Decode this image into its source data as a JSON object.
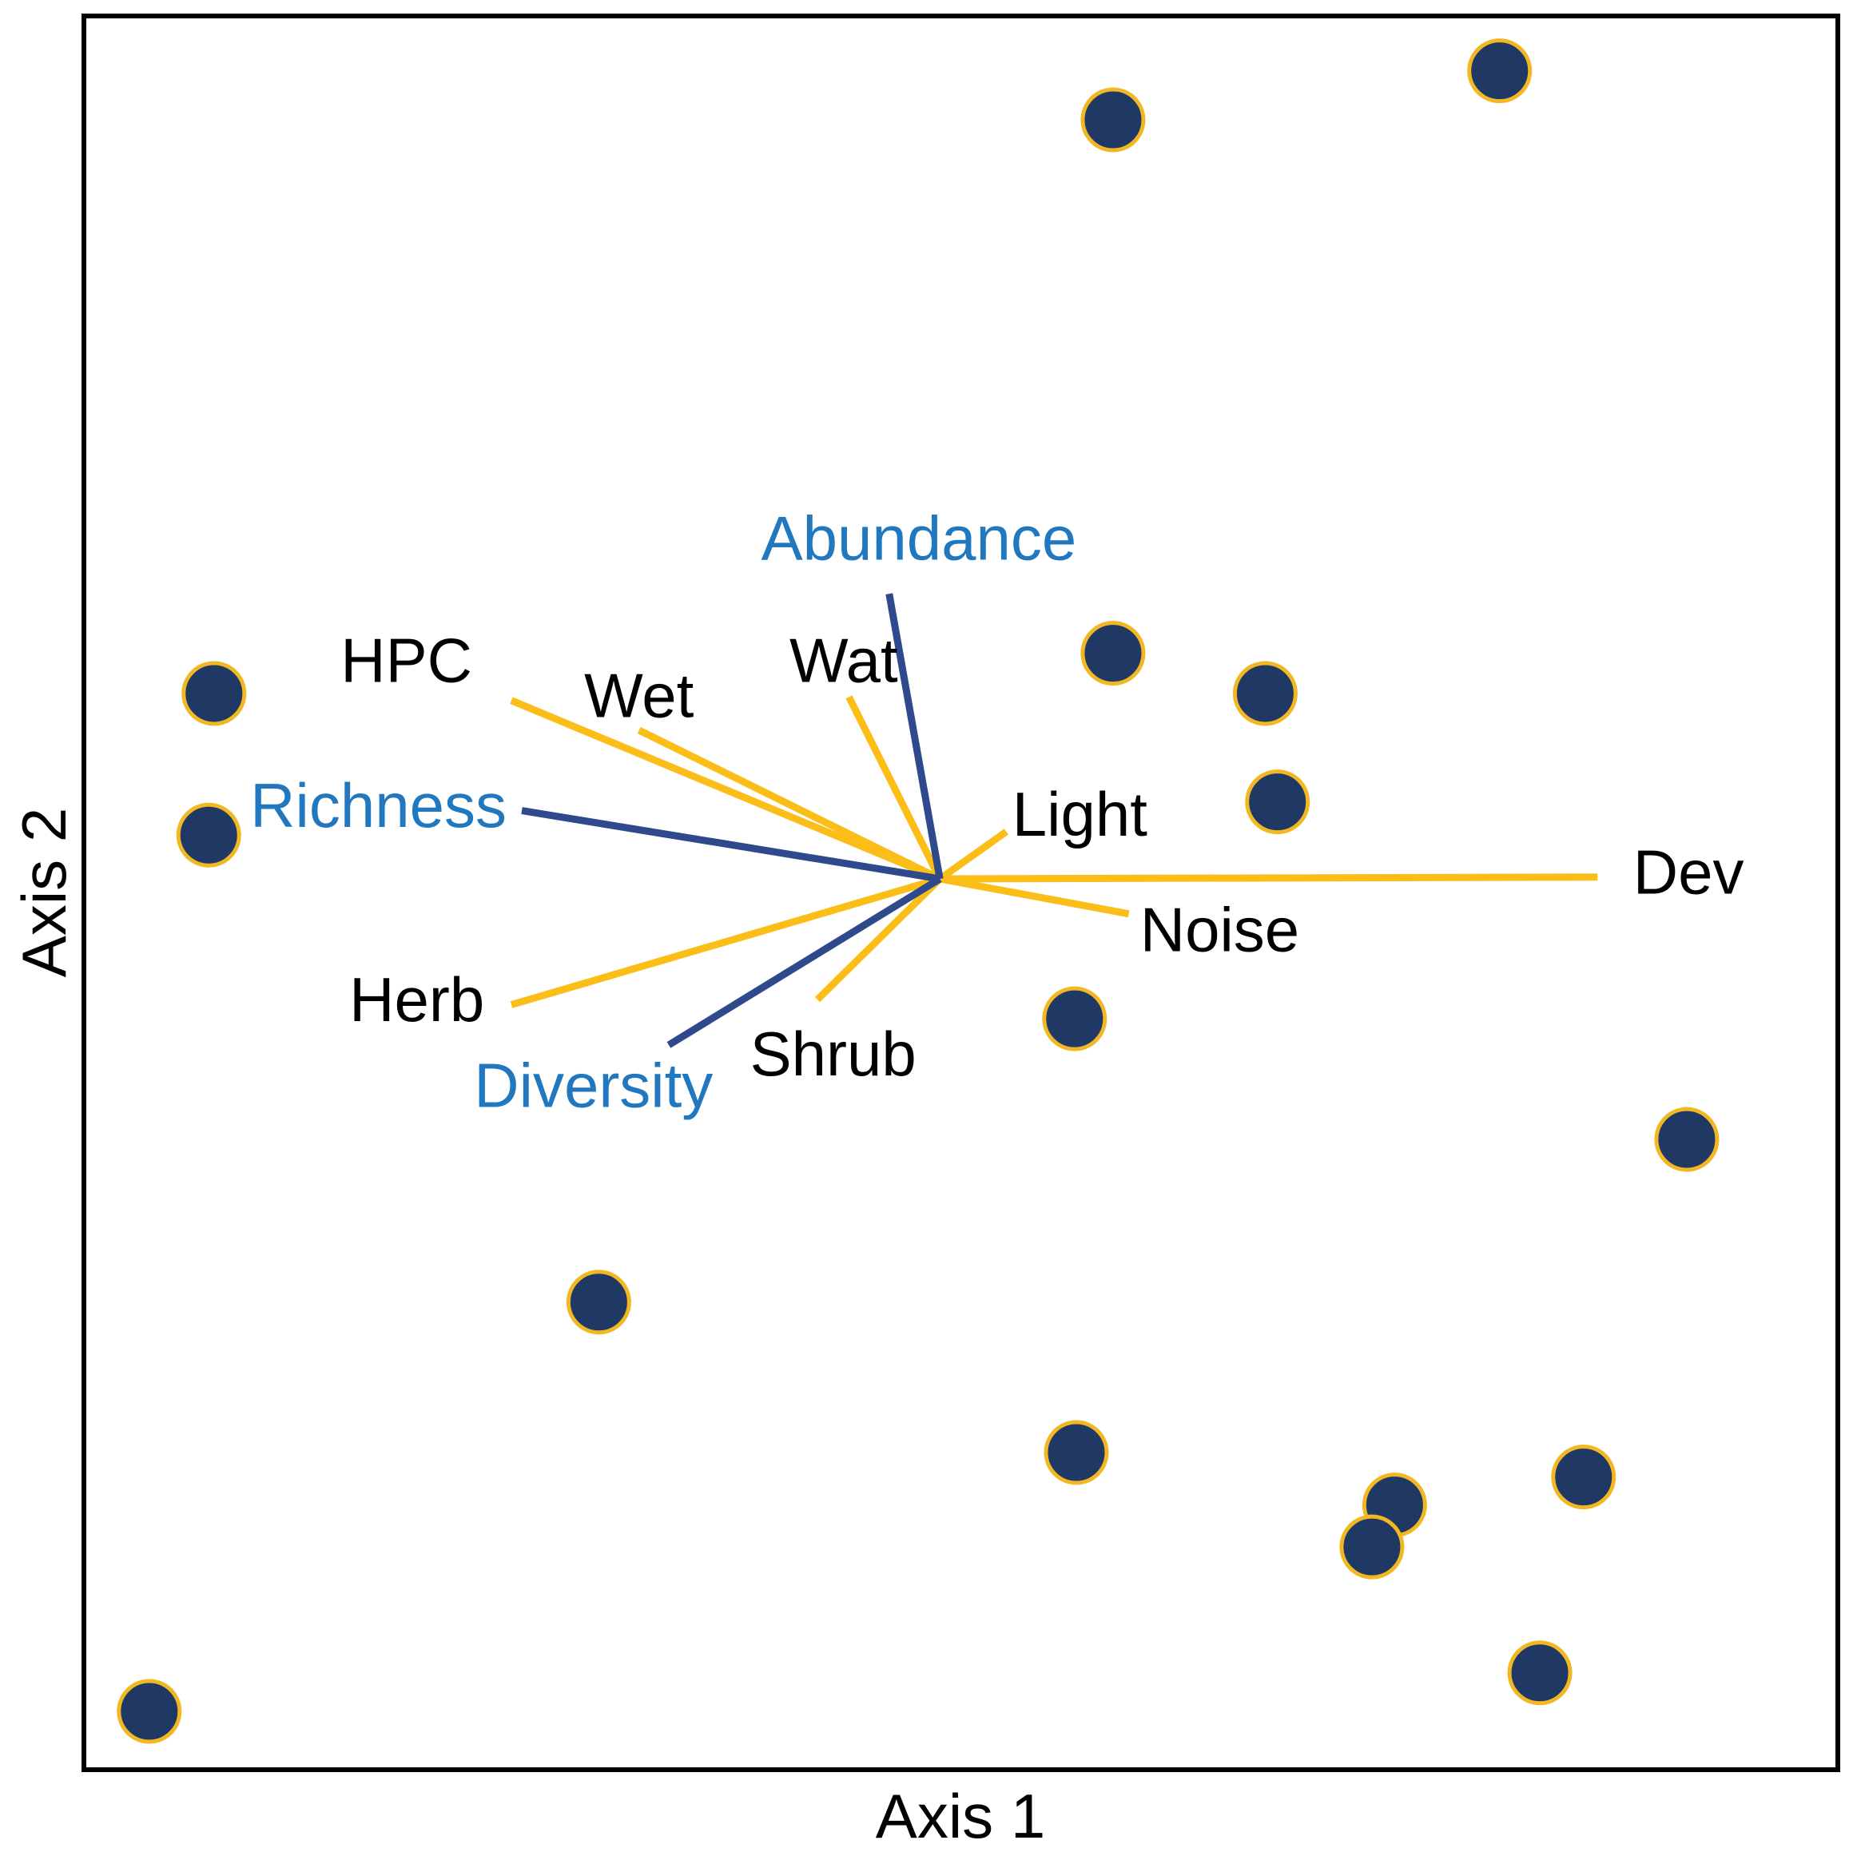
{
  "chart_data": {
    "type": "scatter",
    "title": "",
    "xlabel": "Axis 1",
    "ylabel": "Axis 2",
    "xlim": [
      0,
      100
    ],
    "ylim": [
      0,
      100
    ],
    "grid": false,
    "legend": "none",
    "ticks": false,
    "colors": {
      "point_fill": "#1f3864",
      "point_edge": "#f2b824",
      "env_vector": "#fbbd18",
      "response_vector": "#2e4a8c",
      "response_label": "#2178be",
      "env_label": "#000000",
      "frame": "#000000"
    },
    "points": [
      {
        "x": 58.7,
        "y": 94.2
      },
      {
        "x": 80.8,
        "y": 97.0
      },
      {
        "x": 7.3,
        "y": 61.4
      },
      {
        "x": 7.0,
        "y": 53.3
      },
      {
        "x": 58.7,
        "y": 63.7
      },
      {
        "x": 67.4,
        "y": 61.4
      },
      {
        "x": 68.1,
        "y": 55.2
      },
      {
        "x": 56.5,
        "y": 42.8
      },
      {
        "x": 91.5,
        "y": 35.9
      },
      {
        "x": 29.3,
        "y": 26.6
      },
      {
        "x": 56.6,
        "y": 18.0
      },
      {
        "x": 74.8,
        "y": 15.0
      },
      {
        "x": 73.5,
        "y": 12.6
      },
      {
        "x": 85.6,
        "y": 16.6
      },
      {
        "x": 83.1,
        "y": 5.4
      },
      {
        "x": 3.6,
        "y": 3.2
      }
    ],
    "vectors": {
      "origin": {
        "x": 48.8,
        "y": 50.8
      },
      "items": [
        {
          "name": "HPC",
          "group": "env",
          "x": 24.3,
          "y": 61.0,
          "label_x": 18.3,
          "label_y": 63.0
        },
        {
          "name": "Wet",
          "group": "env",
          "x": 31.6,
          "y": 59.3,
          "label_x": 31.6,
          "label_y": 61.0
        },
        {
          "name": "Wat",
          "group": "env",
          "x": 43.6,
          "y": 61.2,
          "label_x": 43.3,
          "label_y": 63.0
        },
        {
          "name": "Light",
          "group": "env",
          "x": 52.6,
          "y": 53.5,
          "label_x": 56.8,
          "label_y": 54.2
        },
        {
          "name": "Dev",
          "group": "env",
          "x": 86.4,
          "y": 50.9,
          "label_x": 91.6,
          "label_y": 50.9
        },
        {
          "name": "Noise",
          "group": "env",
          "x": 59.6,
          "y": 48.8,
          "label_x": 64.8,
          "label_y": 47.6
        },
        {
          "name": "Shrub",
          "group": "env",
          "x": 41.8,
          "y": 43.9,
          "label_x": 42.7,
          "label_y": 40.5
        },
        {
          "name": "Herb",
          "group": "env",
          "x": 24.3,
          "y": 43.6,
          "label_x": 18.9,
          "label_y": 43.6
        },
        {
          "name": "Abundance",
          "group": "response",
          "x": 45.9,
          "y": 67.1,
          "label_x": 47.6,
          "label_y": 70.0
        },
        {
          "name": "Richness",
          "group": "response",
          "x": 24.9,
          "y": 54.7,
          "label_x": 16.7,
          "label_y": 54.7
        },
        {
          "name": "Diversity",
          "group": "response",
          "x": 33.3,
          "y": 41.3,
          "label_x": 29.0,
          "label_y": 38.7
        }
      ]
    }
  }
}
